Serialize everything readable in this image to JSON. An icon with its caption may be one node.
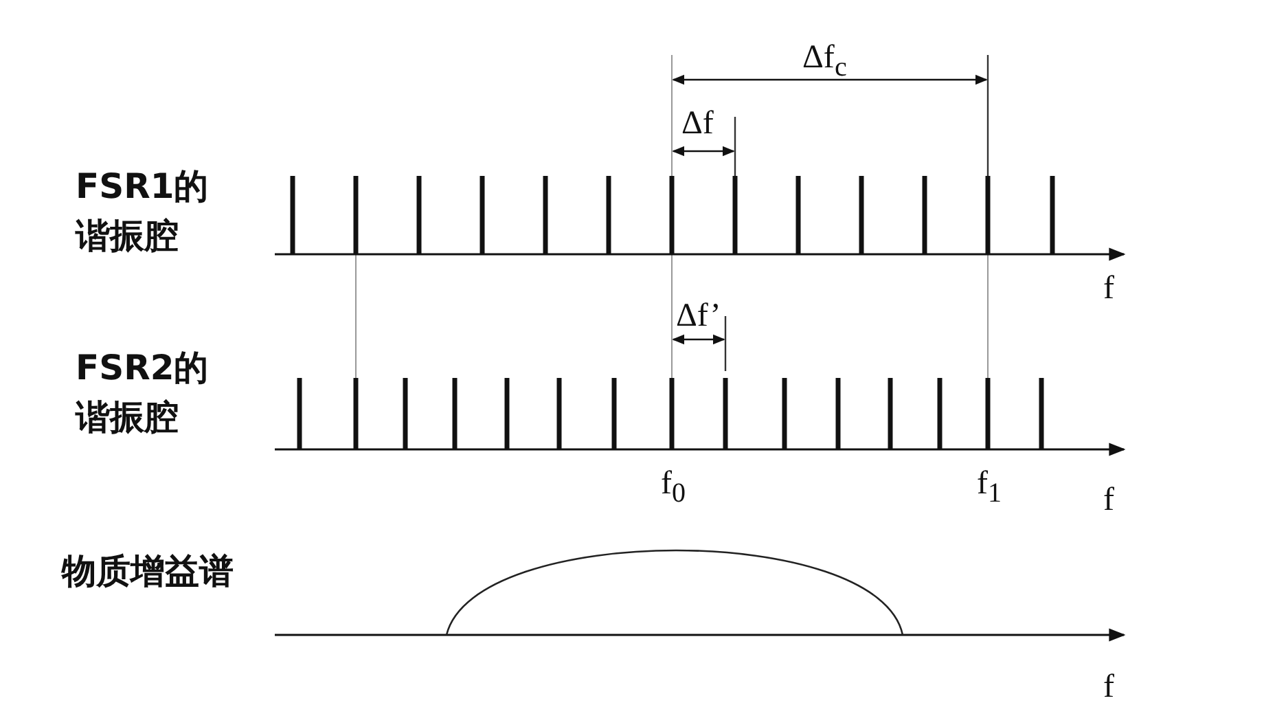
{
  "diagram": {
    "labels": [
      "Δf$_{c}$",
      "Δf",
      "FSR1的谐振腔",
      "f",
      "Δf’",
      "FSR2的谐振腔",
      "f$_{0}$",
      "f$_{1}$",
      "f",
      "物质增益谱",
      "f"
    ]
  }
}
